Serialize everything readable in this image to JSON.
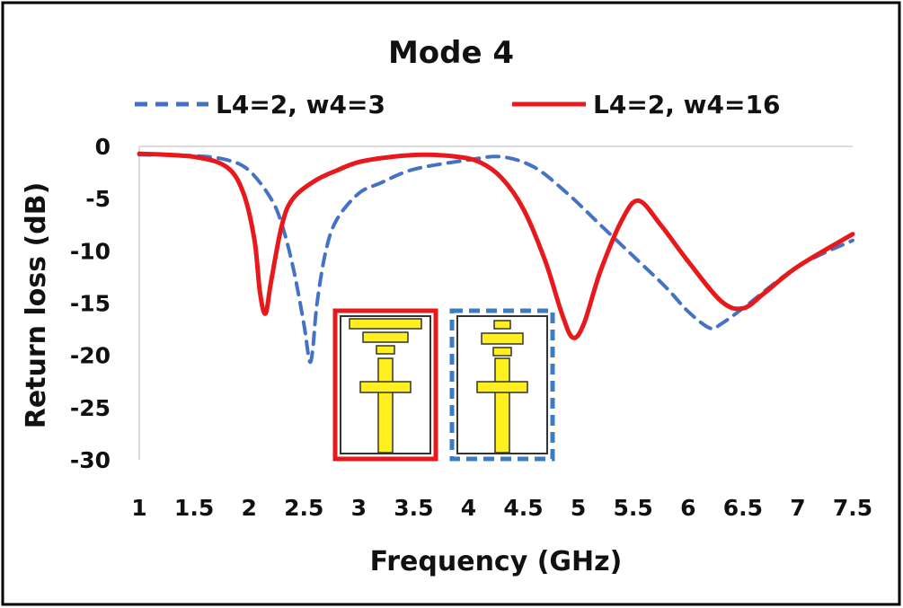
{
  "chart_data": {
    "type": "line",
    "title": "Mode 4",
    "xlabel": "Frequency (GHz)",
    "ylabel": "Return loss (dB)",
    "xlim": [
      1,
      7.5
    ],
    "ylim": [
      -30,
      0
    ],
    "x_ticks": [
      "1",
      "1.5",
      "2",
      "2.5",
      "3",
      "3.5",
      "4",
      "4.5",
      "5",
      "5.5",
      "6",
      "6.5",
      "7",
      "7.5"
    ],
    "y_ticks": [
      "0",
      "-5",
      "-10",
      "-15",
      "-20",
      "-25",
      "-30"
    ],
    "grid": "top border only",
    "legend_position": "top",
    "series": [
      {
        "name": "L4=2, w4=3",
        "color": "#4472c4",
        "style": "dashed",
        "x": [
          1.0,
          1.5,
          1.8,
          2.0,
          2.2,
          2.3,
          2.4,
          2.5,
          2.55,
          2.58,
          2.62,
          2.7,
          2.8,
          3.0,
          3.2,
          3.5,
          4.0,
          4.3,
          4.6,
          4.9,
          5.2,
          5.5,
          5.8,
          6.0,
          6.2,
          6.3,
          6.5,
          7.0,
          7.5
        ],
        "y": [
          -0.8,
          -0.9,
          -1.3,
          -2.3,
          -5.0,
          -7.5,
          -11.5,
          -17.0,
          -20.5,
          -19.5,
          -15.0,
          -10.0,
          -7.0,
          -4.5,
          -3.5,
          -2.2,
          -1.3,
          -1.0,
          -2.0,
          -4.5,
          -7.5,
          -10.5,
          -13.5,
          -15.8,
          -17.4,
          -17.0,
          -15.5,
          -11.5,
          -9.0
        ]
      },
      {
        "name": "L4=2, w4=16",
        "color": "#e8191c",
        "style": "solid",
        "x": [
          1.0,
          1.5,
          1.8,
          1.95,
          2.05,
          2.1,
          2.15,
          2.2,
          2.3,
          2.4,
          2.6,
          2.8,
          3.0,
          3.3,
          3.6,
          3.9,
          4.1,
          4.3,
          4.5,
          4.7,
          4.85,
          4.95,
          5.05,
          5.2,
          5.4,
          5.55,
          5.75,
          6.0,
          6.3,
          6.5,
          6.7,
          7.0,
          7.5
        ],
        "y": [
          -0.7,
          -1.0,
          -2.0,
          -4.5,
          -9.0,
          -14.0,
          -16.0,
          -13.0,
          -7.5,
          -5.0,
          -3.3,
          -2.3,
          -1.5,
          -1.0,
          -0.8,
          -1.0,
          -1.5,
          -3.0,
          -6.0,
          -11.0,
          -16.0,
          -18.3,
          -17.0,
          -12.0,
          -7.0,
          -5.2,
          -7.5,
          -11.0,
          -14.8,
          -15.5,
          -14.0,
          -11.5,
          -8.4
        ]
      }
    ]
  }
}
